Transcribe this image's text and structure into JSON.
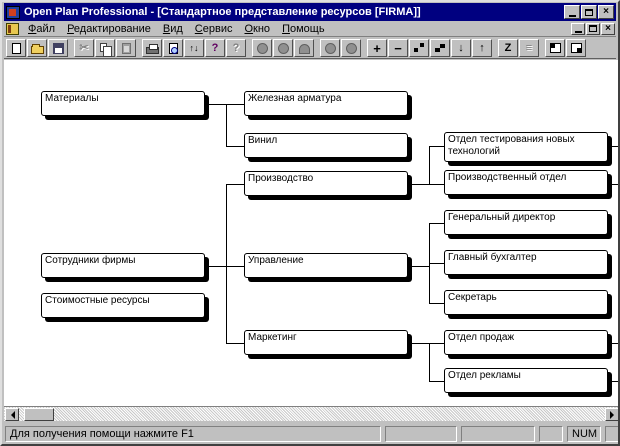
{
  "window": {
    "title": "Open Plan Professional - [Стандартное представление ресурсов [FIRMA]]",
    "controls": {
      "close_glyph": "×"
    }
  },
  "menu": {
    "items": [
      {
        "label": "Файл"
      },
      {
        "label": "Редактирование"
      },
      {
        "label": "Вид"
      },
      {
        "label": "Сервис"
      },
      {
        "label": "Окно"
      },
      {
        "label": "Помощь"
      }
    ]
  },
  "toolbar": {
    "buttons": [
      {
        "name": "new-file"
      },
      {
        "name": "open-file"
      },
      {
        "name": "save-file"
      },
      {
        "name": "cut"
      },
      {
        "name": "copy"
      },
      {
        "name": "paste"
      },
      {
        "name": "print"
      },
      {
        "name": "print-preview"
      },
      {
        "name": "update-views"
      },
      {
        "name": "help"
      },
      {
        "name": "context-help"
      },
      {
        "name": "tool-circle-1"
      },
      {
        "name": "tool-circle-help"
      },
      {
        "name": "tool-dome"
      },
      {
        "name": "tool-circle-2"
      },
      {
        "name": "tool-circle-3"
      },
      {
        "name": "add-item"
      },
      {
        "name": "remove-item"
      },
      {
        "name": "link-items"
      },
      {
        "name": "step-view"
      },
      {
        "name": "move-down"
      },
      {
        "name": "move-up"
      },
      {
        "name": "sort-z"
      },
      {
        "name": "notes"
      },
      {
        "name": "tile-windows"
      },
      {
        "name": "cascade-windows"
      }
    ],
    "glyphs": {
      "cut": "✂",
      "update": "↑↓",
      "help": "?",
      "ctxhelp": "?",
      "circleq": "?",
      "plus": "+",
      "minus": "−",
      "down": "↓",
      "up": "↑",
      "z": "Z",
      "notes": "≡"
    }
  },
  "tree": {
    "nodes": [
      {
        "label": "Материалы"
      },
      {
        "label": "Железная арматура"
      },
      {
        "label": "Винил"
      },
      {
        "label": "Производство"
      },
      {
        "label": "Отдел тестирования новых технологий"
      },
      {
        "label": "Производственный отдел"
      },
      {
        "label": "Генеральный директор"
      },
      {
        "label": "Сотрудники фирмы"
      },
      {
        "label": "Управление"
      },
      {
        "label": "Главный бухгалтер"
      },
      {
        "label": "Стоимостные ресурсы"
      },
      {
        "label": "Секретарь"
      },
      {
        "label": "Маркетинг"
      },
      {
        "label": "Отдел продаж"
      },
      {
        "label": "Отдел рекламы"
      }
    ]
  },
  "statusbar": {
    "message": "Для получения помощи нажмите F1",
    "num": "NUM"
  }
}
